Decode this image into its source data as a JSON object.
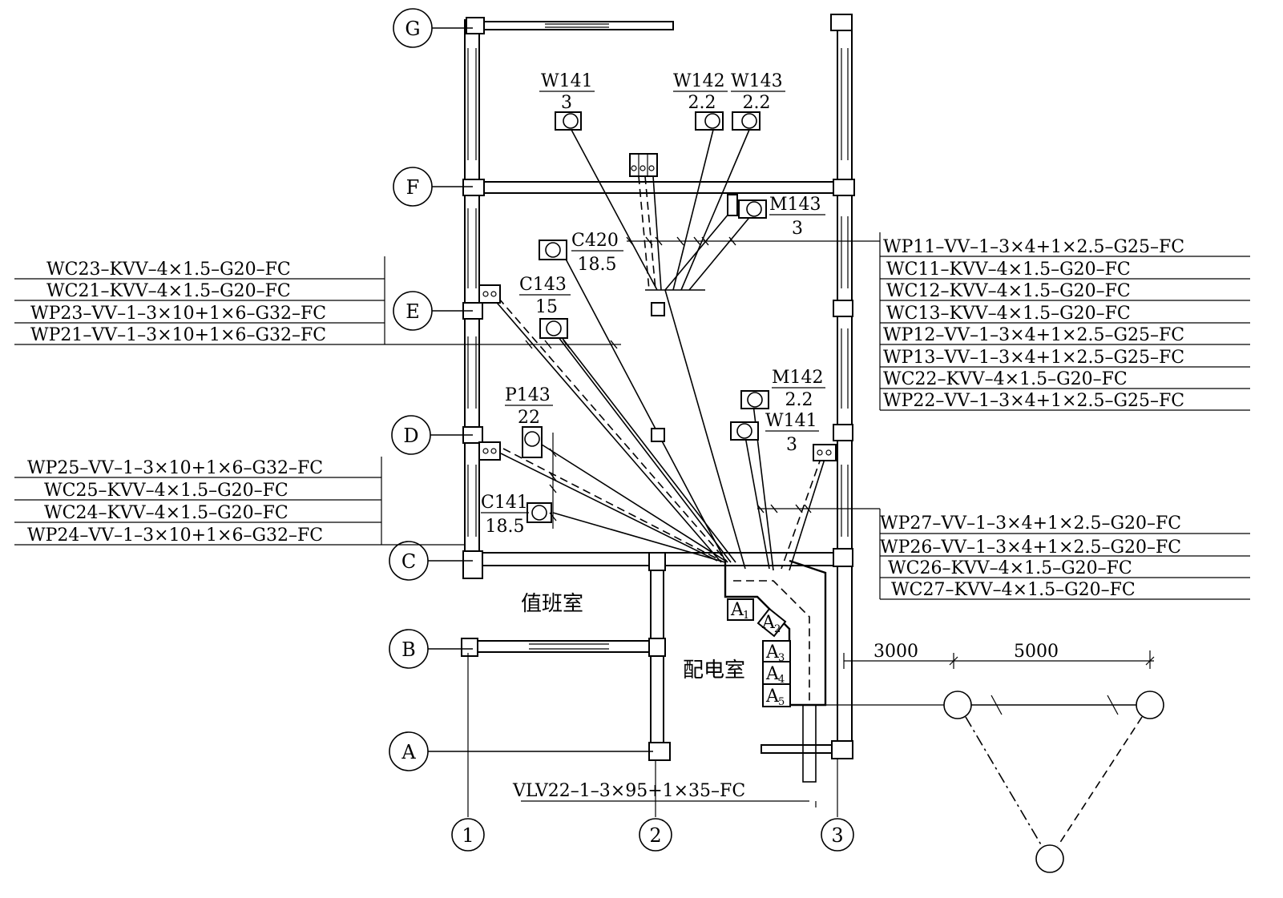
{
  "axes": {
    "rows": [
      "G",
      "F",
      "E",
      "D",
      "C",
      "B",
      "A"
    ],
    "columns": [
      "1",
      "2",
      "3"
    ]
  },
  "equipment": [
    {
      "id": "W141",
      "rating": "3"
    },
    {
      "id": "W142",
      "rating": "2.2"
    },
    {
      "id": "W143",
      "rating": "2.2"
    },
    {
      "id": "M143",
      "rating": "3"
    },
    {
      "id": "C420",
      "rating": "18.5"
    },
    {
      "id": "C143",
      "rating": "15"
    },
    {
      "id": "P143",
      "rating": "22"
    },
    {
      "id": "M142",
      "rating": "2.2"
    },
    {
      "id": "W141",
      "rating": "3"
    },
    {
      "id": "C141",
      "rating": "18.5"
    }
  ],
  "cable_groups": {
    "right_upper": [
      "WP11–VV–1–3×4+1×2.5–G25–FC",
      "WC11–KVV–4×1.5–G20–FC",
      "WC12–KVV–4×1.5–G20–FC",
      "WC13–KVV–4×1.5–G20–FC",
      "WP12–VV–1–3×4+1×2.5–G25–FC",
      "WP13–VV–1–3×4+1×2.5–G25–FC",
      "WC22–KVV–4×1.5–G20–FC",
      "WP22–VV–1–3×4+1×2.5–G25–FC"
    ],
    "left_upper": [
      "WC23–KVV–4×1.5–G20–FC",
      "WC21–KVV–4×1.5–G20–FC",
      "WP23–VV–1–3×10+1×6–G32–FC",
      "WP21–VV–1–3×10+1×6–G32–FC"
    ],
    "left_lower": [
      "WP25–VV–1–3×10+1×6–G32–FC",
      "WC25–KVV–4×1.5–G20–FC",
      "WC24–KVV–4×1.5–G20–FC",
      "WP24–VV–1–3×10+1×6–G32–FC"
    ],
    "right_lower": [
      "WP27–VV–1–3×4+1×2.5–G20–FC",
      "WP26–VV–1–3×4+1×2.5–G20–FC",
      "WC26–KVV–4×1.5–G20–FC",
      "WC27–KVV–4×1.5–G20–FC"
    ]
  },
  "incoming_cable": "VLV22–1–3×95+1×35–FC",
  "rooms": {
    "duty_room": "值班室",
    "distribution_room": "配电室"
  },
  "panels": [
    {
      "main": "A",
      "sub": "1"
    },
    {
      "main": "A",
      "sub": "2"
    },
    {
      "main": "A",
      "sub": "3"
    },
    {
      "main": "A",
      "sub": "4"
    },
    {
      "main": "A",
      "sub": "5"
    }
  ],
  "dimensions": [
    "3000",
    "5000"
  ]
}
